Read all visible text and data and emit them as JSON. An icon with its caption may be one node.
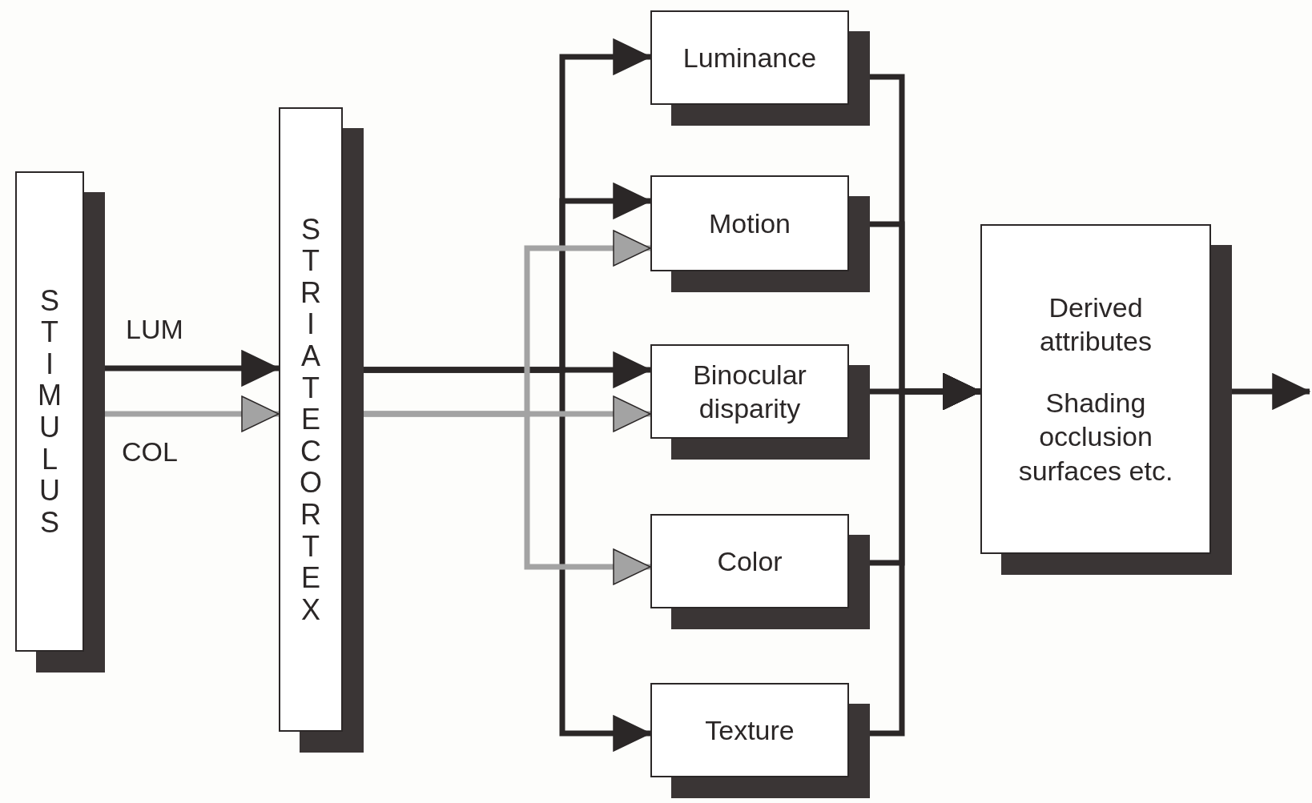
{
  "diagram": {
    "nodes": [
      {
        "text": [
          "STIMULUS"
        ]
      },
      {
        "text": [
          "STRIATE CORTEX"
        ]
      },
      {
        "text": [
          "Luminance"
        ]
      },
      {
        "text": [
          "Motion"
        ]
      },
      {
        "text": [
          "Binocular disparity"
        ]
      },
      {
        "text": [
          "Color"
        ]
      },
      {
        "text": [
          "Texture"
        ]
      },
      {
        "text": [
          "Derived attributes",
          "Shading occlusion surfaces etc."
        ]
      }
    ],
    "edges": [
      {
        "from": 0,
        "to": 1,
        "arrow": "to",
        "label": "LUM"
      },
      {
        "from": 0,
        "to": 1,
        "arrow": "to",
        "label": "COL",
        "color": "#a3a3a3"
      },
      {
        "from": 1,
        "to": 2,
        "arrow": "to"
      },
      {
        "from": 1,
        "to": 3,
        "arrow": "to"
      },
      {
        "from": 1,
        "to": 4,
        "arrow": "to"
      },
      {
        "from": 1,
        "to": 6,
        "arrow": "to"
      },
      {
        "from": 1,
        "to": 3,
        "arrow": "to",
        "color": "#a3a3a3"
      },
      {
        "from": 1,
        "to": 4,
        "arrow": "to",
        "color": "#a3a3a3"
      },
      {
        "from": 1,
        "to": 5,
        "arrow": "to",
        "color": "#a3a3a3"
      },
      {
        "from": 2,
        "to": 7,
        "arrow": "to"
      },
      {
        "from": 3,
        "to": 7,
        "arrow": "to"
      },
      {
        "from": 4,
        "to": 7,
        "arrow": "to"
      },
      {
        "from": 5,
        "to": 7,
        "arrow": "to"
      },
      {
        "from": 6,
        "to": 7,
        "arrow": "to"
      },
      {
        "from": 7,
        "to": null,
        "arrow": "to"
      }
    ]
  }
}
